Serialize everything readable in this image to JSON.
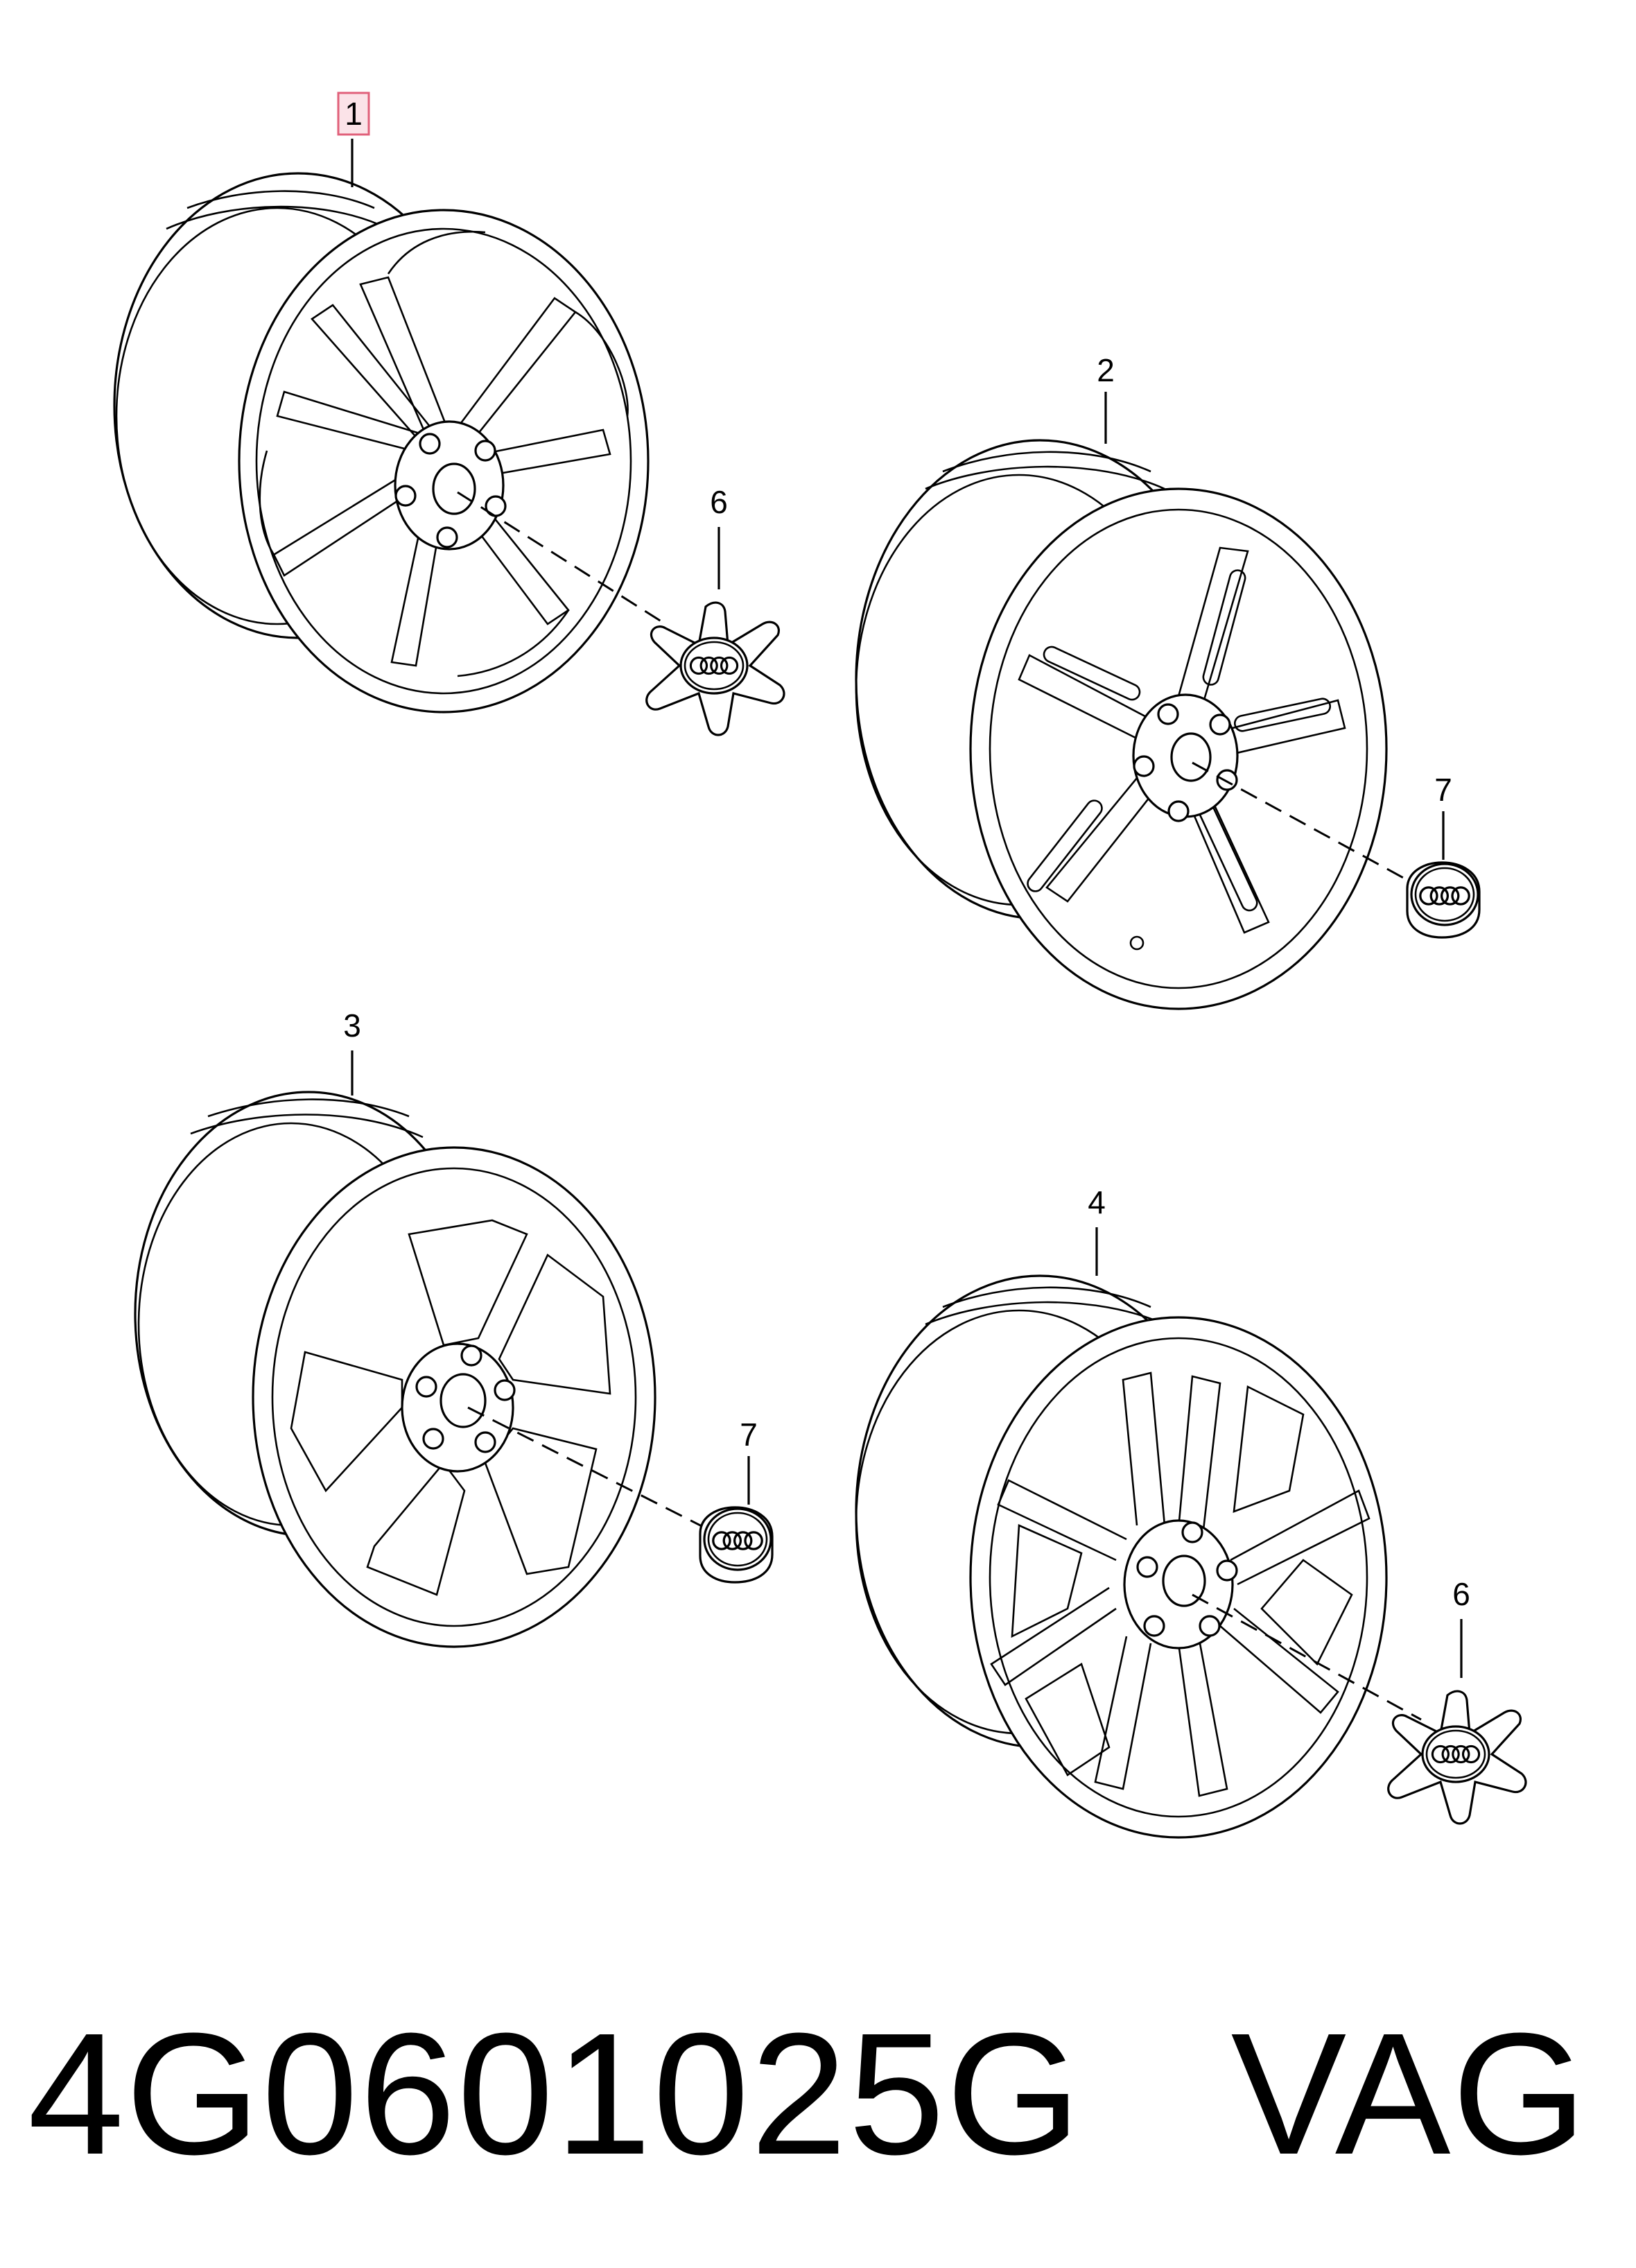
{
  "callouts": {
    "c1": "1",
    "c2": "2",
    "c3": "3",
    "c4": "4",
    "c6a": "6",
    "c6b": "6",
    "c7a": "7",
    "c7b": "7"
  },
  "part_number": "4G0601025G",
  "brand": "VAG",
  "colors": {
    "line": "#000000",
    "highlight_border": "#e0607a",
    "highlight_fill": "#fbe3e8"
  },
  "icons": [
    "wheel-rim",
    "center-cap-star",
    "center-cap-round",
    "four-rings-logo"
  ]
}
